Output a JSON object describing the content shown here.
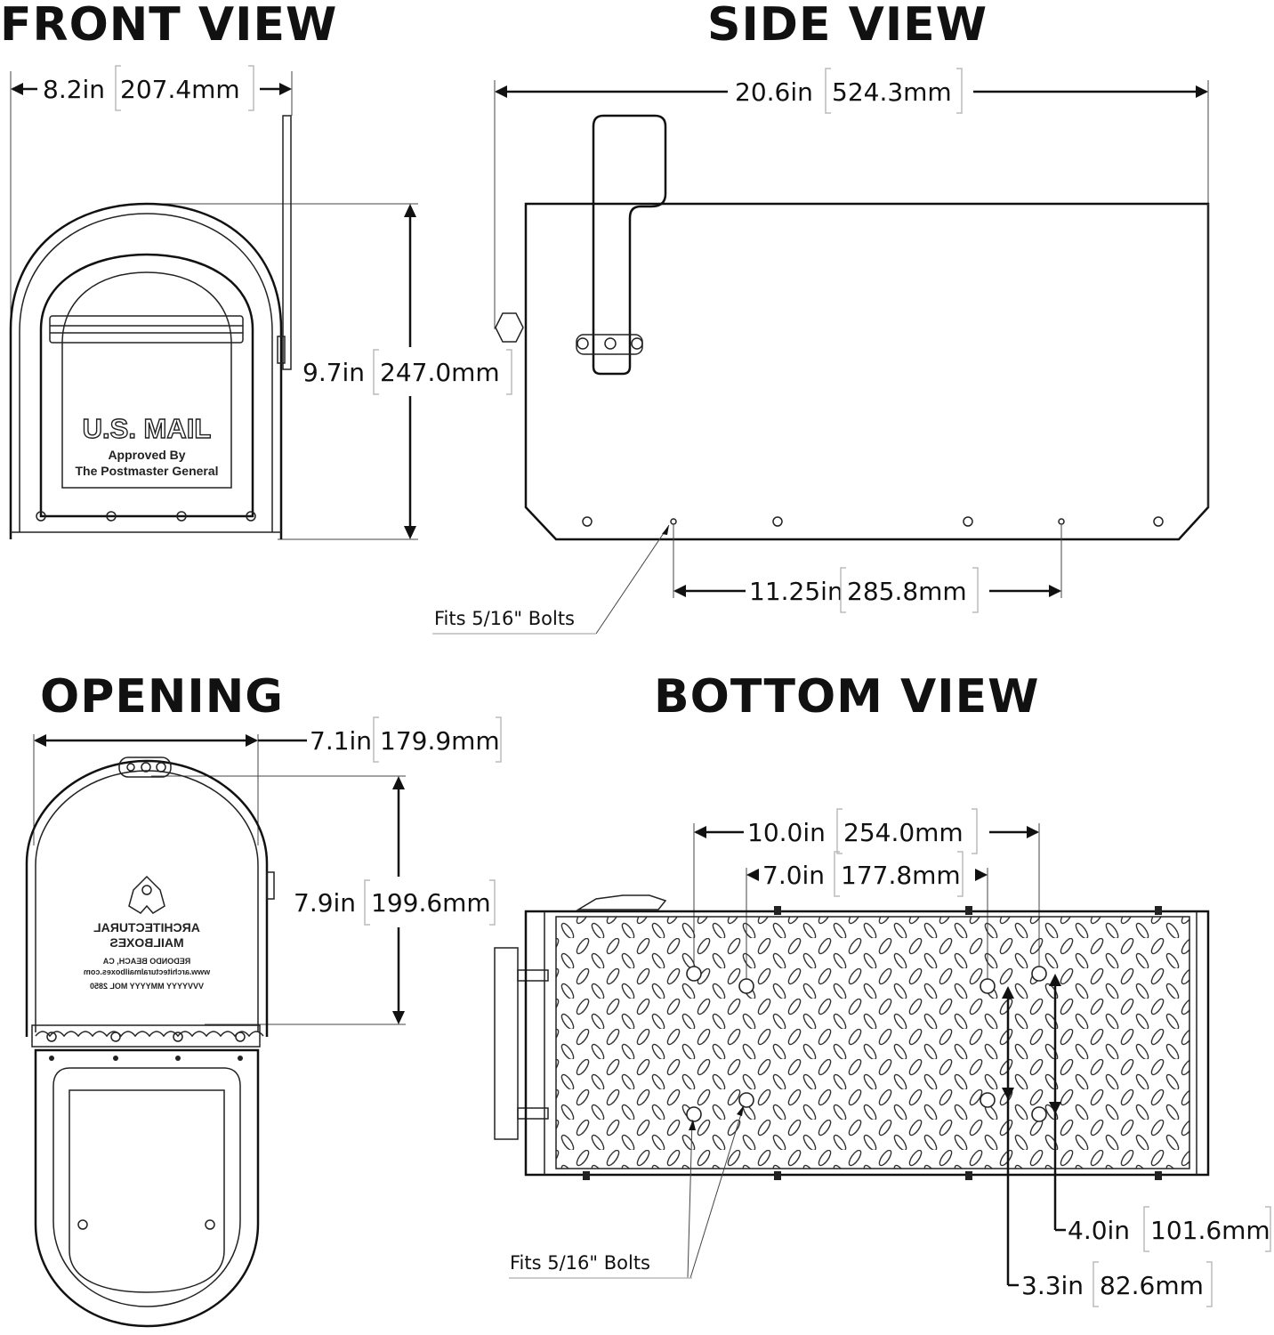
{
  "titles": {
    "front": "FRONT VIEW",
    "side": "SIDE VIEW",
    "opening": "OPENING",
    "bottom": "BOTTOM VIEW"
  },
  "dimensions": {
    "front_width": {
      "in": "8.2in",
      "mm": "207.4mm"
    },
    "front_height": {
      "in": "9.7in",
      "mm": "247.0mm"
    },
    "side_length": {
      "in": "20.6in",
      "mm": "524.3mm"
    },
    "side_bolt_spacing": {
      "in": "11.25in",
      "mm": "285.8mm"
    },
    "opening_width": {
      "in": "7.1in",
      "mm": "179.9mm"
    },
    "opening_height": {
      "in": "7.9in",
      "mm": "199.6mm"
    },
    "bottom_outer_spacing": {
      "in": "10.0in",
      "mm": "254.0mm"
    },
    "bottom_inner_spacing": {
      "in": "7.0in",
      "mm": "177.8mm"
    },
    "bottom_outer_depth": {
      "in": "4.0in",
      "mm": "101.6mm"
    },
    "bottom_inner_depth": {
      "in": "3.3in",
      "mm": "82.6mm"
    }
  },
  "notes": {
    "side_bolts": "Fits 5/16\" Bolts",
    "bottom_bolts": "Fits 5/16\" Bolts"
  },
  "front_door": {
    "label": "U.S. MAIL",
    "line1": "Approved By",
    "line2": "The Postmaster General"
  },
  "opening_plate": {
    "lines": [
      "ARCHITECTURAL",
      "MAILBOXES",
      "REDONDO BEACH, CA",
      "www.architecturalmailboxes.com",
      "VVVYYYY   MMYYYY   MOL 2850"
    ]
  }
}
